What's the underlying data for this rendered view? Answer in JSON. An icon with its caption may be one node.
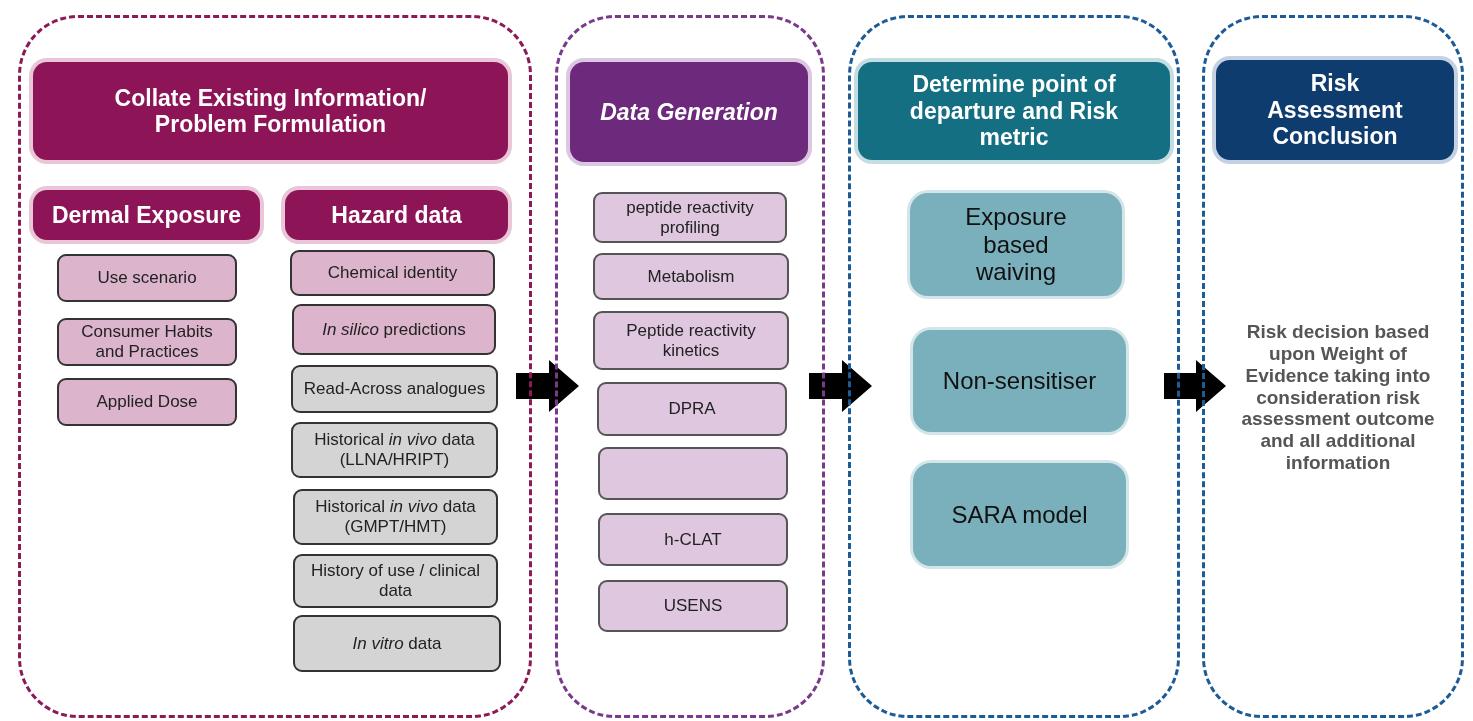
{
  "diagram": {
    "nodes": [
      {
        "text": [],
        "shape": "box"
      },
      {
        "text": [
          "Collate Existing Information/ Problem Formulation"
        ],
        "in": 0
      },
      {
        "text": [
          "Dermal Exposure"
        ],
        "in": 0
      },
      {
        "text": [
          "Hazard data"
        ],
        "in": 0
      },
      {
        "text": [
          "Use scenario"
        ],
        "in": 0
      },
      {
        "text": [
          "Consumer Habits and Practices"
        ],
        "in": 0
      },
      {
        "text": [
          "Applied Dose"
        ],
        "in": 0
      },
      {
        "text": [
          "Chemical identity"
        ],
        "in": 0
      },
      {
        "text": [
          "*In silico* predictions"
        ],
        "in": 0
      },
      {
        "text": [
          "Read-Across analogues"
        ],
        "in": 0
      },
      {
        "text": [
          "Historical *in vivo* data (LLNA/HRIPT)"
        ],
        "in": 0
      },
      {
        "text": [
          "Historical *in vivo* data (GMPT/HMT)"
        ],
        "in": 0
      },
      {
        "text": [
          "History of use / clinical data"
        ],
        "in": 0
      },
      {
        "text": [
          "*In vitro* data"
        ],
        "in": 0
      },
      {
        "text": [],
        "shape": "box"
      },
      {
        "text": [
          "Data Generation"
        ],
        "in": 14
      },
      {
        "text": [
          "peptide reactivity profiling"
        ],
        "in": 14
      },
      {
        "text": [
          "Metabolism"
        ],
        "in": 14
      },
      {
        "text": [
          "Peptide reactivity kinetics"
        ],
        "in": 14
      },
      {
        "text": [
          "DPRA"
        ],
        "in": 14
      },
      {
        "text": [],
        "shape": "box",
        "in": 14
      },
      {
        "text": [
          "h-CLAT"
        ],
        "in": 14
      },
      {
        "text": [
          "USENS"
        ],
        "in": 14
      },
      {
        "text": [],
        "shape": "box"
      },
      {
        "text": [
          "Determine point of departure and Risk metric"
        ],
        "in": 23
      },
      {
        "text": [
          "Exposure based waiving"
        ],
        "in": 23
      },
      {
        "text": [
          "Non-sensitiser"
        ],
        "in": 23
      },
      {
        "text": [
          "SARA model"
        ],
        "in": 23
      },
      {
        "text": [],
        "shape": "box"
      },
      {
        "text": [
          "Risk Assessment Conclusion"
        ],
        "in": 28
      },
      {
        "text": [
          "Risk decision based upon Weight of Evidence taking into consideration risk assessment outcome and all additional information"
        ],
        "in": 28
      }
    ],
    "edges": [
      {
        "from": 0,
        "to": 14,
        "arrow": "to"
      },
      {
        "from": 14,
        "to": 23,
        "arrow": "to"
      },
      {
        "from": 23,
        "to": 28,
        "arrow": "to"
      }
    ]
  }
}
